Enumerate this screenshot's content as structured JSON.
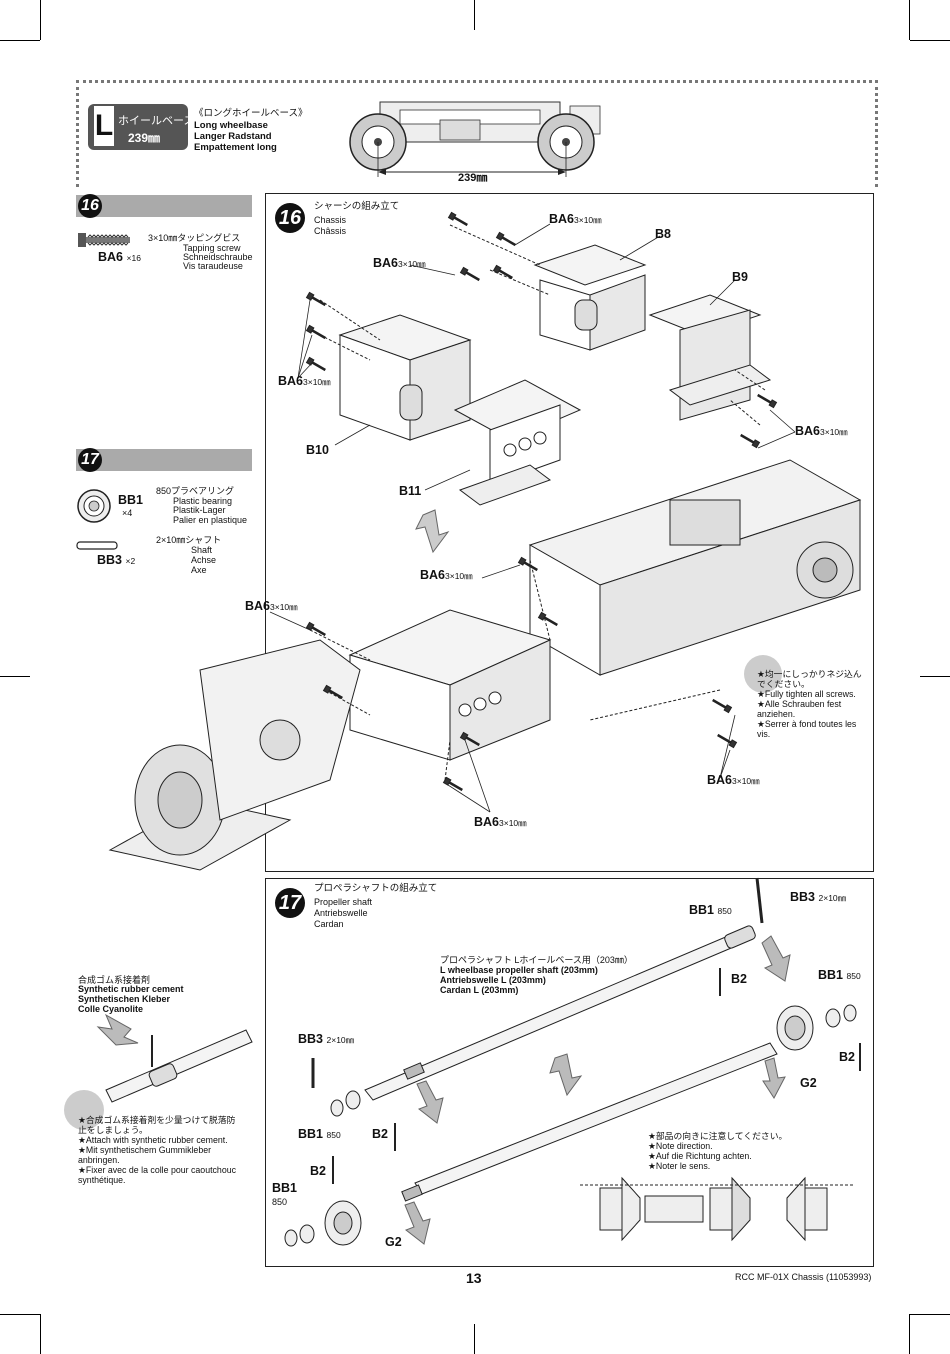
{
  "header": {
    "badge_letter": "L",
    "badge_jp": "ホイールベース",
    "badge_mm": "239㎜",
    "title_jp": "《ロングホイールベース》",
    "title_en": "Long wheelbase",
    "title_de": "Langer Radstand",
    "title_fr": "Empattement long",
    "wheelbase": "239㎜"
  },
  "step16": {
    "number": "16",
    "title_jp": "シャーシの組み立て",
    "title_en": "Chassis",
    "title_fr": "Châssis",
    "part_screw": {
      "spec_jp": "3×10㎜タッピングビス",
      "en": "Tapping screw",
      "de": "Schneidschraube",
      "fr": "Vis taraudeuse",
      "code": "BA6",
      "qty": "×16"
    },
    "labels": {
      "ba6": "BA6",
      "size": "3×10㎜",
      "b8": "B8",
      "b9": "B9",
      "b10": "B10",
      "b11": "B11"
    },
    "note": {
      "jp": "★均一にしっかりネジ込ん",
      "jp2": "でください。",
      "en": "★Fully tighten all screws.",
      "de": "★Alle Schrauben fest",
      "de2": "anziehen.",
      "fr": "★Serrer à fond toutes les",
      "fr2": "vis."
    }
  },
  "step17": {
    "number": "17",
    "title_jp": "プロペラシャフトの組み立て",
    "title_en": "Propeller shaft",
    "title_de": "Antriebswelle",
    "title_fr": "Cardan",
    "part_bearing": {
      "spec_jp": "850プラベアリング",
      "en": "Plastic bearing",
      "de": "Plastik-Lager",
      "fr": "Palier en plastique",
      "code": "BB1",
      "qty": "×4"
    },
    "part_shaft": {
      "spec_jp": "2×10㎜シャフト",
      "en": "Shaft",
      "de": "Achse",
      "fr": "Axe",
      "code": "BB3",
      "qty": "×2"
    },
    "shaft_label": {
      "jp": "プロペラシャフト Lホイールベース用（203㎜）",
      "en": "L wheelbase propeller shaft (203mm)",
      "de": "Antriebswelle L (203mm)",
      "fr": "Cardan L (203mm)"
    },
    "labels": {
      "bb1": "BB1",
      "bb1_sub": "850",
      "bb3": "BB3",
      "bb3_size": "2×10㎜",
      "b2": "B2",
      "g2": "G2"
    },
    "orientation_note": {
      "jp": "★部品の向きに注意してください。",
      "en": "★Note direction.",
      "de": "★Auf die Richtung achten.",
      "fr": "★Noter le sens."
    },
    "cement": {
      "jp": "合成ゴム系接着剤",
      "en": "Synthetic rubber cement",
      "de": "Synthetischen Kleber",
      "fr": "Colle Cyanolite",
      "note_jp": "★合成ゴム系接着剤を少量つけて脱落防",
      "note_jp2": "止をしましょう。",
      "note_en": "★Attach with synthetic rubber cement.",
      "note_de": "★Mit synthetischem Gummikleber",
      "note_de2": "anbringen.",
      "note_fr": "★Fixer avec de la colle pour caoutchouc",
      "note_fr2": "synthétique."
    }
  },
  "footer": {
    "page": "13",
    "model": "RCC MF-01X Chassis (11053993)"
  }
}
